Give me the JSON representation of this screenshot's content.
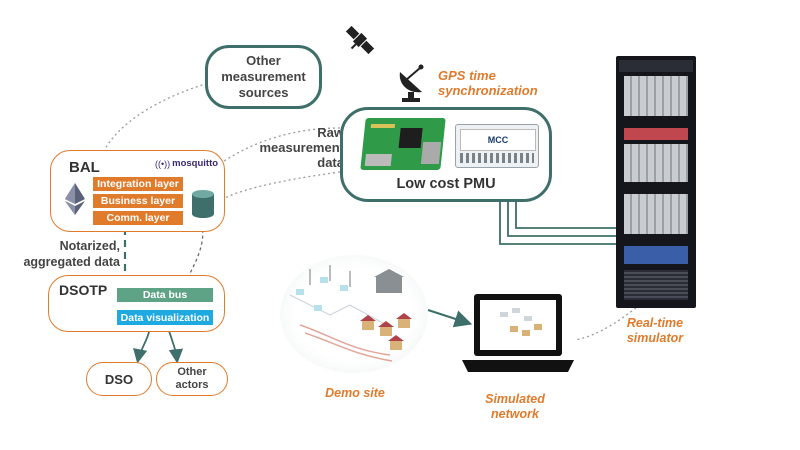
{
  "other_sources": {
    "label": "Other measurement sources"
  },
  "raw_data": {
    "label": "Raw measurement data"
  },
  "gps": {
    "label": "GPS time synchronization"
  },
  "pmu": {
    "label": "Low cost PMU",
    "device_label": "MCC"
  },
  "bal": {
    "title": "BAL",
    "brand": "mosquitto",
    "layers": [
      "Integration layer",
      "Business layer",
      "Comm. layer"
    ]
  },
  "notarized": {
    "label": "Notarized, aggregated data"
  },
  "dsotp": {
    "title": "DSOTP",
    "bus": "Data bus",
    "viz": "Data visualization"
  },
  "dso": {
    "label": "DSO"
  },
  "other_actors": {
    "label": "Other actors"
  },
  "demo_site": {
    "label": "Demo site"
  },
  "simulated_network": {
    "label": "Simulated network"
  },
  "rt_simulator": {
    "label": "Real-time simulator"
  },
  "colors": {
    "teal": "#3e6f6a",
    "orange": "#e07b2c",
    "green": "#5fa387",
    "blue": "#1ea9e1"
  }
}
